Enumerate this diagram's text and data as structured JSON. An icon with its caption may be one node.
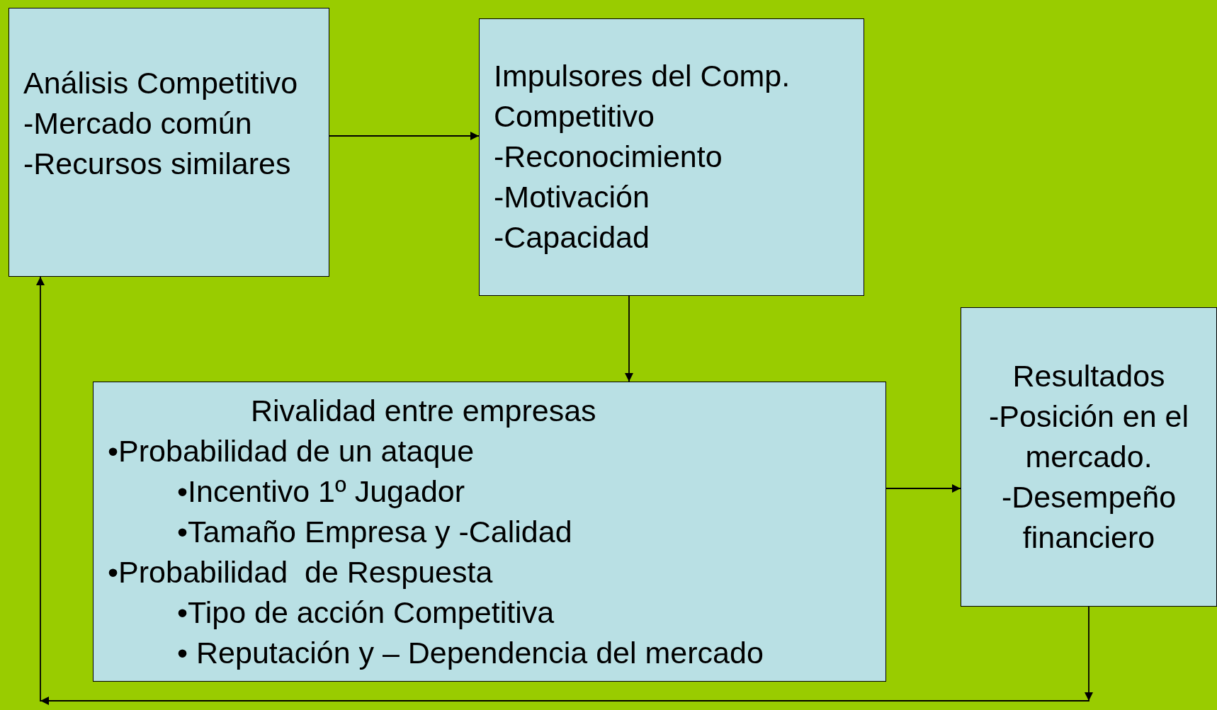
{
  "diagram": {
    "nodes": [
      {
        "text": [
          "Análisis Competitivo",
          "-Mercado común",
          "-Recursos similares"
        ]
      },
      {
        "text": [
          "Impulsores del Comp. Competitivo",
          "-Reconocimiento",
          "-Motivación",
          "-Capacidad"
        ]
      },
      {
        "text": [
          "Rivalidad entre empresas",
          "•Probabilidad de un ataque",
          "•Incentivo 1º Jugador",
          "•Tamaño Empresa y -Calidad",
          "•Probabilidad  de Respuesta",
          "•Tipo de acción Competitiva",
          "• Reputación y – Dependencia del mercado"
        ]
      },
      {
        "text": [
          "Resultados",
          "-Posición en el mercado.",
          "-Desempeño financiero"
        ]
      }
    ],
    "edges": [
      {
        "from": 0,
        "to": 1,
        "arrow": "to"
      },
      {
        "from": 1,
        "to": 2,
        "arrow": "to"
      },
      {
        "from": 2,
        "to": 3,
        "arrow": "to"
      },
      {
        "from": 3,
        "to": 0,
        "arrow": "to"
      }
    ]
  }
}
